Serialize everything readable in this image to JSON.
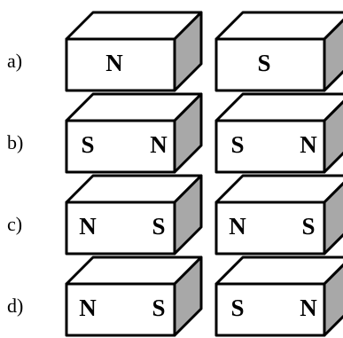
{
  "colors": {
    "highlight_label": "#d62020",
    "normal_label": "#000000"
  },
  "rows": [
    {
      "label": "a)",
      "highlighted": false,
      "magnets": [
        {
          "poles": [
            "N"
          ]
        },
        {
          "poles": [
            "S"
          ]
        }
      ]
    },
    {
      "label": "b)",
      "highlighted": false,
      "magnets": [
        {
          "poles": [
            "S",
            "N"
          ]
        },
        {
          "poles": [
            "S",
            "N"
          ]
        }
      ]
    },
    {
      "label": "c)",
      "highlighted": true,
      "magnets": [
        {
          "poles": [
            "N",
            "S"
          ]
        },
        {
          "poles": [
            "N",
            "S"
          ]
        }
      ]
    },
    {
      "label": "d)",
      "highlighted": false,
      "magnets": [
        {
          "poles": [
            "N",
            "S"
          ]
        },
        {
          "poles": [
            "S",
            "N"
          ]
        }
      ]
    }
  ]
}
